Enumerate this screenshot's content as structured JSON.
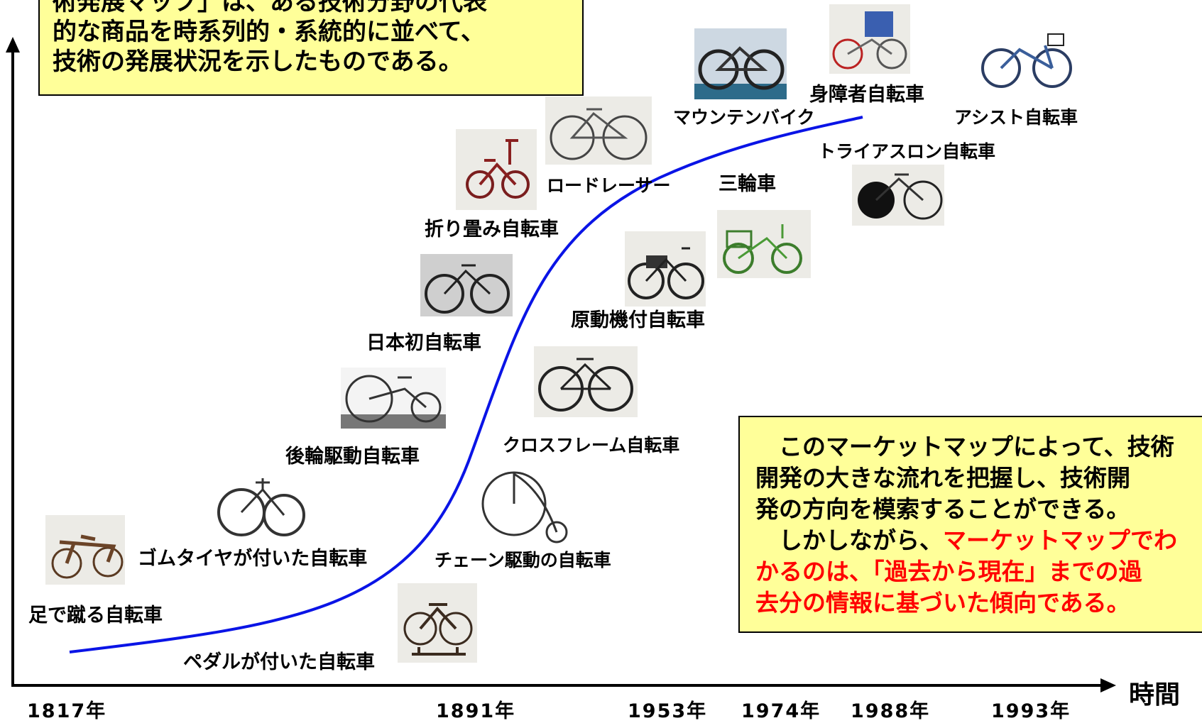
{
  "top_note": {
    "line1": "術発展マップ」は、ある技術分野の代表",
    "line2": "的な商品を時系列的・系統的に並べて、",
    "line3": "技術の発展状況を示したものである。"
  },
  "bottom_note": {
    "p1_line1": "　このマーケットマップによって、技術",
    "p1_line2": "開発の大きな流れを把握し、技術開",
    "p1_line3": "発の方向を模索することができる。",
    "p2_line1_black": "　しかしながら、",
    "p2_line1_red": "マーケットマップでわ",
    "p2_line2": "かるのは、「過去から現在」までの過",
    "p2_line3": "去分の情報に基づいた傾向である。",
    "red_color": "#ff0000"
  },
  "bicycles": [
    {
      "name": "足で蹴る自転車"
    },
    {
      "name": "ペダルが付いた自転車"
    },
    {
      "name": "ゴムタイヤが付いた自転車"
    },
    {
      "name": "チェーン駆動の自転車"
    },
    {
      "name": "後輪駆動自転車"
    },
    {
      "name": "クロスフレーム自転車"
    },
    {
      "name": "日本初自転車"
    },
    {
      "name": "原動機付自転車"
    },
    {
      "name": "折り畳み自転車"
    },
    {
      "name": "ロードレーサー"
    },
    {
      "name": "三輪車"
    },
    {
      "name": "マウンテンバイク"
    },
    {
      "name": "トライアスロン自転車"
    },
    {
      "name": "身障者自転車"
    },
    {
      "name": "アシスト自転車"
    }
  ],
  "years": [
    "1817年",
    "1891年",
    "1953年",
    "1974年",
    "1988年",
    "1993年"
  ],
  "x_axis_label": "時間",
  "colors": {
    "curve": "#0a14e6",
    "note_bg": "#ffff99",
    "accent_red": "#ff0000"
  }
}
